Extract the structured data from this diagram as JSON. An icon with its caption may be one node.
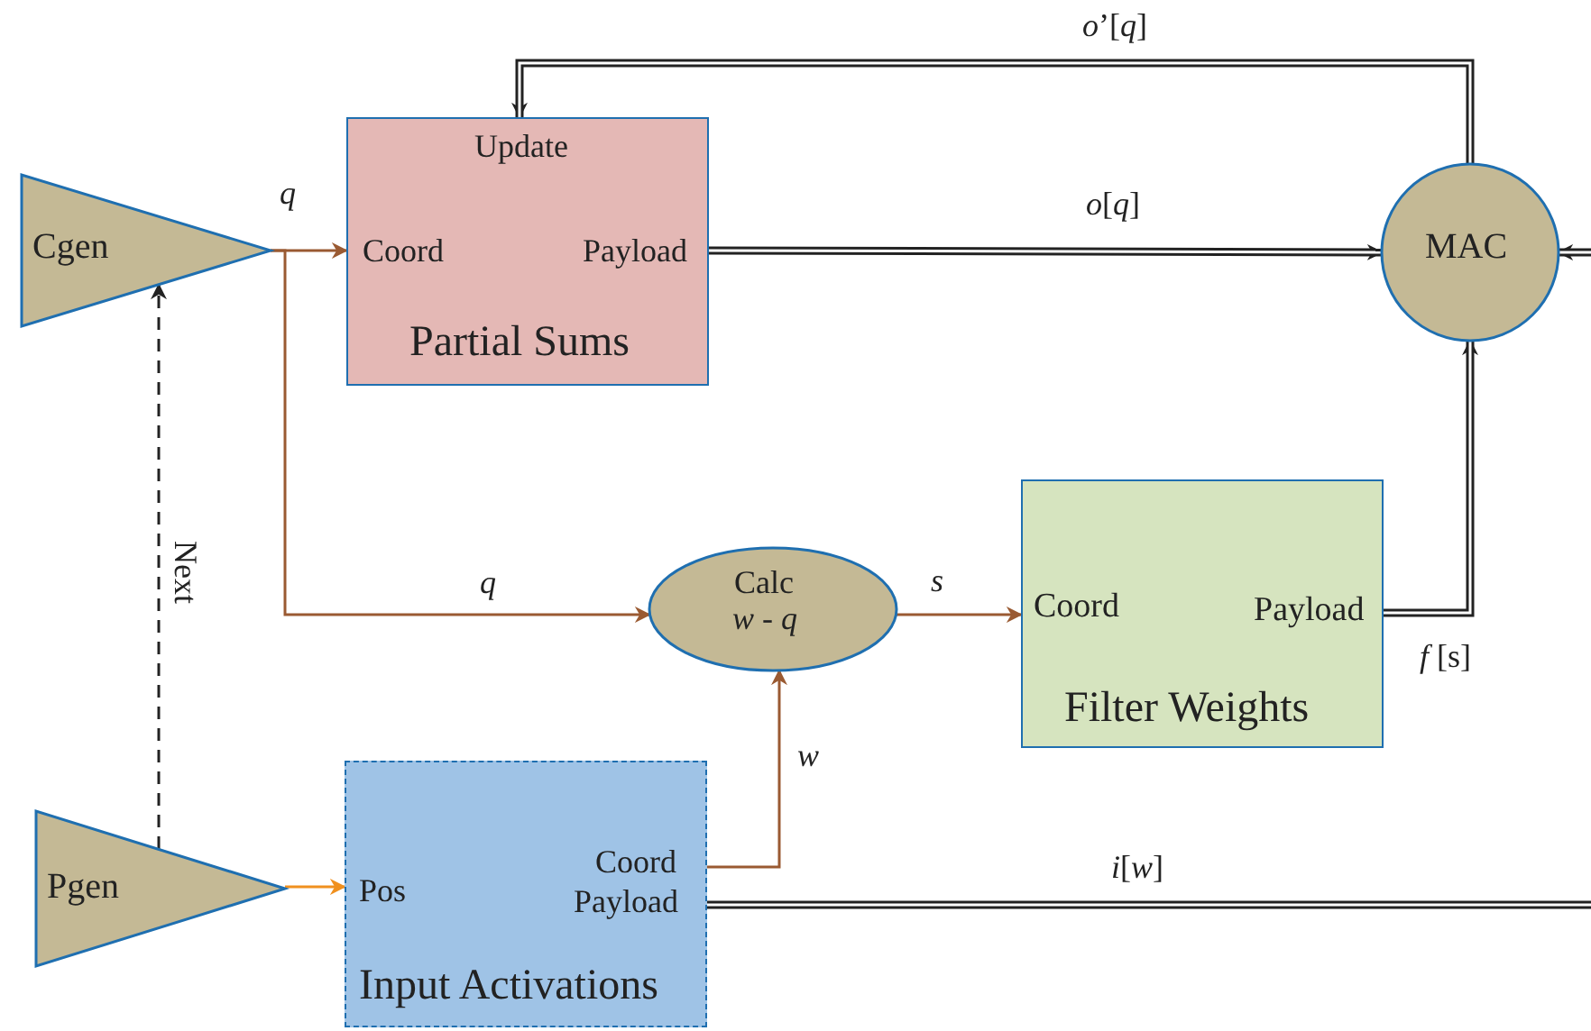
{
  "diagram": {
    "nodes": [
      {
        "text": [
          "Cgen"
        ]
      },
      {
        "text": [
          "Update",
          "Coord",
          "Payload",
          "Partial Sums"
        ]
      },
      {
        "text": [
          "MAC"
        ]
      },
      {
        "text": [
          "Calc",
          "*w* - *q*"
        ]
      },
      {
        "text": [
          "Coord",
          "Payload",
          "Filter Weights"
        ]
      },
      {
        "text": [
          "Pgen"
        ]
      },
      {
        "text": [
          "Pos",
          "Coord",
          "Payload",
          "Input Activations"
        ]
      }
    ],
    "edges": [
      {
        "from": 0,
        "to": 1,
        "arrow": "to",
        "label": "q",
        "color": "#9a5a32"
      },
      {
        "from": 0,
        "to": 3,
        "arrow": "to",
        "label": "q",
        "color": "#9a5a32"
      },
      {
        "from": 1,
        "to": 2,
        "arrow": "to",
        "label": "*o*[*q*]",
        "style": "thick"
      },
      {
        "from": 2,
        "to": 1,
        "arrow": "to",
        "label": "*o*’[*q*]",
        "style": "thick"
      },
      {
        "from": 3,
        "to": 4,
        "arrow": "to",
        "label": "s",
        "color": "#9a5a32"
      },
      {
        "from": 4,
        "to": 2,
        "arrow": "to",
        "label": "*f* [s]",
        "style": "thick"
      },
      {
        "from": 6,
        "to": 3,
        "arrow": "to",
        "label": "w",
        "color": "#9a5a32"
      },
      {
        "from": 5,
        "to": 6,
        "arrow": "to",
        "color": "#f0901e"
      },
      {
        "from": 5,
        "to": 0,
        "arrow": "to",
        "label": "Next",
        "style": "dashed"
      },
      {
        "from": 6,
        "to": null,
        "arrow": "none",
        "label": "*i*[*w*]",
        "style": "thick"
      },
      {
        "from": null,
        "to": 2,
        "arrow": "to",
        "style": "thick"
      }
    ]
  }
}
